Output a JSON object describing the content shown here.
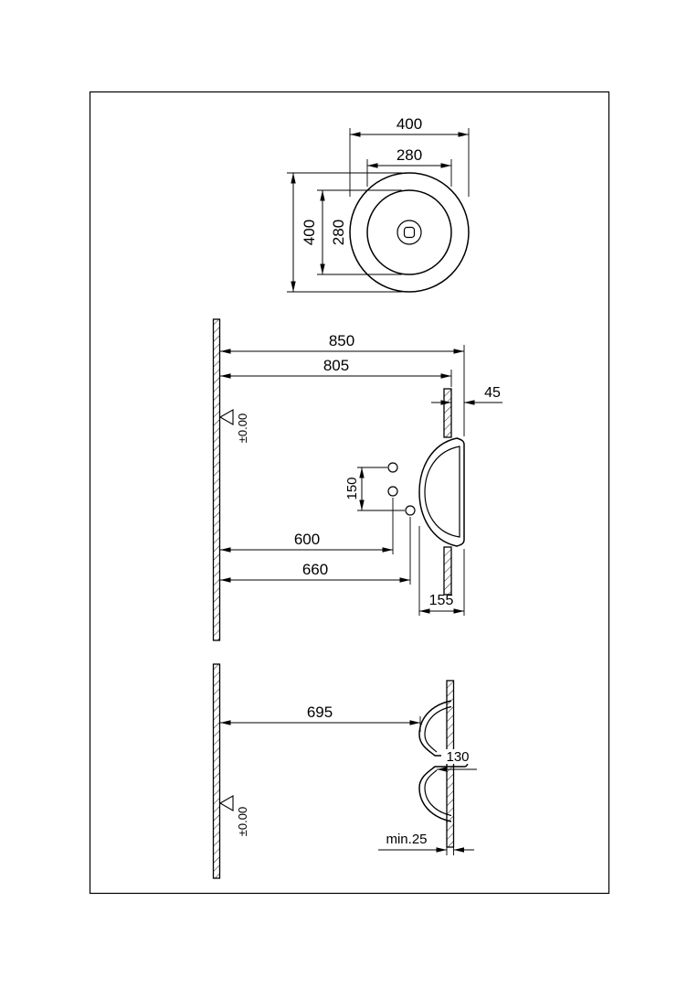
{
  "top_view": {
    "outer_diameter_h": "400",
    "inner_diameter_h": "280",
    "outer_diameter_v": "400",
    "inner_diameter_v": "280"
  },
  "elevation_view": {
    "overall_height": "850",
    "counter_height": "805",
    "rim_above_counter": "45",
    "connection_spacing": "150",
    "connection_height_1": "600",
    "connection_height_2": "660",
    "basin_profile_depth": "155",
    "floor_datum": "±0.00"
  },
  "section_view": {
    "bowl_bottom_height": "695",
    "drain_width": "130",
    "min_counter_thickness": "min.25",
    "floor_datum": "±0.00"
  },
  "colors": {
    "line": "#000000",
    "background": "#ffffff"
  }
}
